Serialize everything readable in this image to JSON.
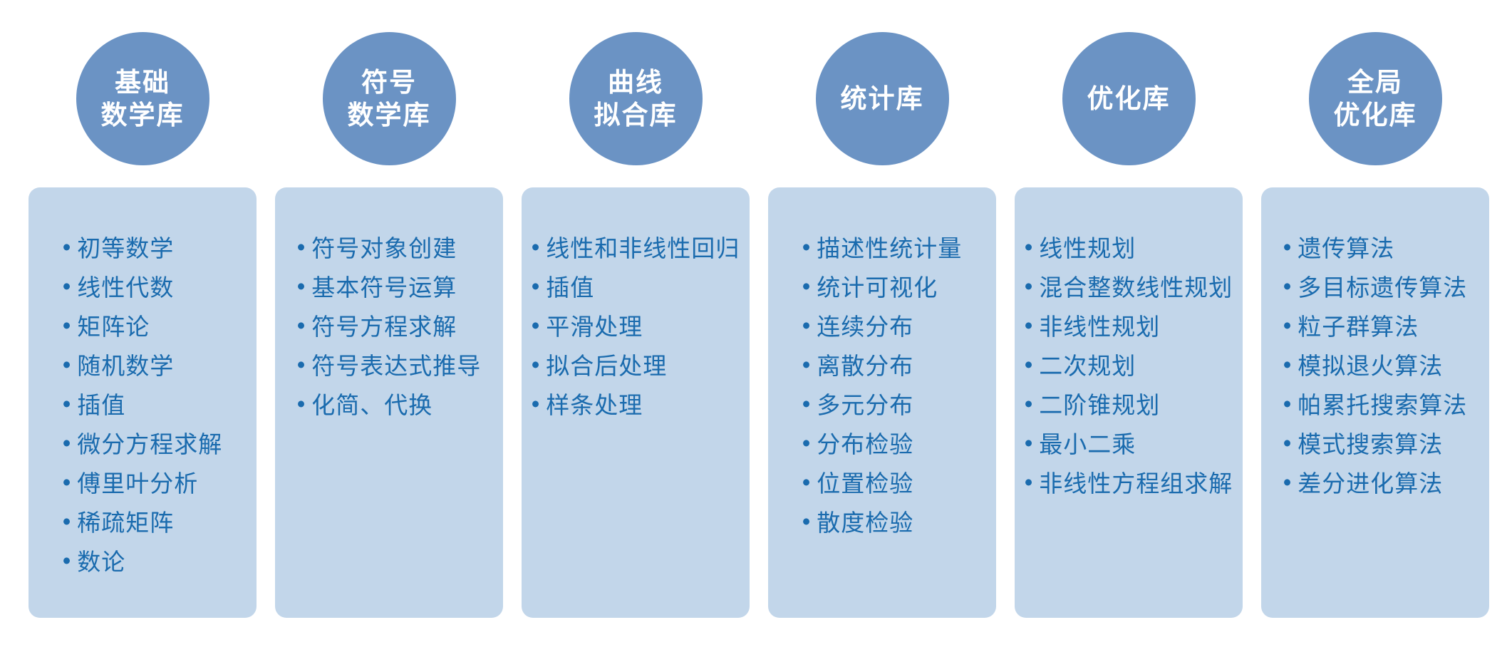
{
  "bullet": "•",
  "colors": {
    "circle_fill": "#6b93c4",
    "panel_fill": "#c2d6ea",
    "item_text": "#1a6bae",
    "circle_text": "#ffffff",
    "background": "#ffffff"
  },
  "columns": [
    {
      "title_lines": [
        "基础",
        "数学库"
      ],
      "items": [
        "初等数学",
        "线性代数",
        "矩阵论",
        "随机数学",
        "插值",
        "微分方程求解",
        "傅里叶分析",
        "稀疏矩阵",
        "数论"
      ]
    },
    {
      "title_lines": [
        "符号",
        "数学库"
      ],
      "items": [
        "符号对象创建",
        "基本符号运算",
        "符号方程求解",
        "符号表达式推导",
        "化简、代换"
      ]
    },
    {
      "title_lines": [
        "曲线",
        "拟合库"
      ],
      "items": [
        "线性和非线性回归",
        "插值",
        "平滑处理",
        "拟合后处理",
        "样条处理"
      ]
    },
    {
      "title_lines": [
        "统计库"
      ],
      "items": [
        "描述性统计量",
        "统计可视化",
        "连续分布",
        "离散分布",
        "多元分布",
        "分布检验",
        "位置检验",
        "散度检验"
      ]
    },
    {
      "title_lines": [
        "优化库"
      ],
      "items": [
        "线性规划",
        "混合整数线性规划",
        "非线性规划",
        "二次规划",
        "二阶锥规划",
        "最小二乘",
        "非线性方程组求解"
      ]
    },
    {
      "title_lines": [
        "全局",
        "优化库"
      ],
      "items": [
        "遗传算法",
        "多目标遗传算法",
        "粒子群算法",
        "模拟退火算法",
        "帕累托搜索算法",
        "模式搜索算法",
        "差分进化算法"
      ]
    }
  ]
}
